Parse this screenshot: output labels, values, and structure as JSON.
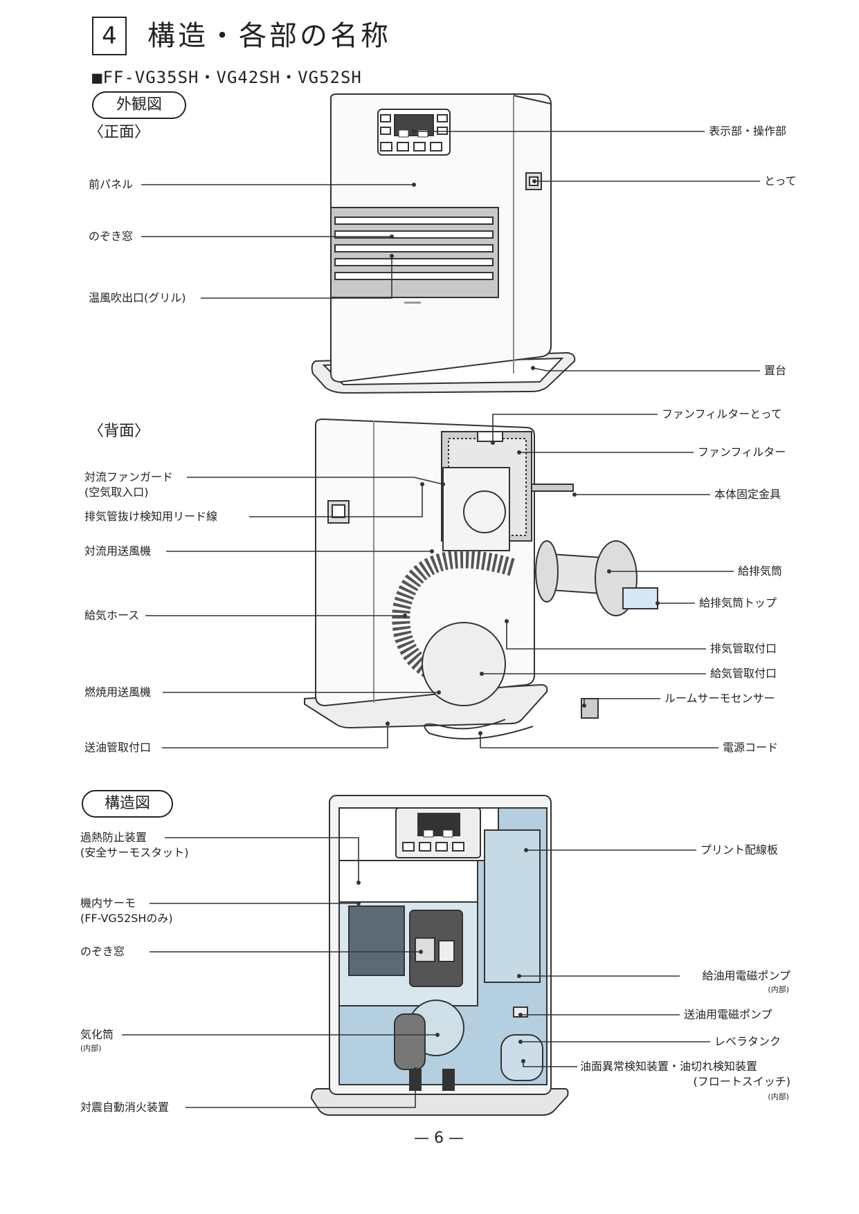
{
  "header": {
    "section_number": "4",
    "title": "構造・各部の名称",
    "models": "■FF-VG35SH・VG42SH・VG52SH"
  },
  "exterior": {
    "pill": "外観図",
    "front_title": "〈正面〉",
    "back_title": "〈背面〉",
    "front_left": {
      "front_panel": "前パネル",
      "window": "のぞき窓",
      "grille": "温風吹出口(グリル)"
    },
    "front_right": {
      "display": "表示部・操作部",
      "handle": "とって",
      "base": "置台"
    },
    "back_left": {
      "fan_guard_1": "対流ファンガード",
      "fan_guard_2": "(空気取入口)",
      "lead_wire": "排気管抜け検知用リード線",
      "conv_fan": "対流用送風機",
      "hose": "給気ホース",
      "comb_fan": "燃焼用送風機",
      "oil_port": "送油管取付口"
    },
    "back_right": {
      "filter_handle": "ファンフィルターとって",
      "filter": "ファンフィルター",
      "bracket": "本体固定金具",
      "duct": "給排気筒",
      "duct_top": "給排気筒トップ",
      "exhaust_port": "排気管取付口",
      "intake_port": "給気管取付口",
      "sensor": "ルームサーモセンサー",
      "cord": "電源コード"
    },
    "panel_buttons": [
      "−",
      "+"
    ]
  },
  "structure": {
    "pill": "構造図",
    "left": {
      "overheat_1": "過熱防止装置",
      "overheat_2": "(安全サーモスタット)",
      "thermo_1": "機内サーモ",
      "thermo_2": "(FF-VG52SHのみ)",
      "window": "のぞき窓",
      "vaporizer": "気化筒",
      "vaporizer_note": "(内部)",
      "quake": "対震自動消火装置"
    },
    "right": {
      "pcb": "プリント配線板",
      "pump_supply": "給油用電磁ポンプ",
      "pump_supply_note": "(内部)",
      "pump_send": "送油用電磁ポンプ",
      "leveler": "レベラタンク",
      "float_1": "油面異常検知装置・油切れ検知装置",
      "float_2": "(フロートスイッチ)",
      "float_note": "(内部)"
    },
    "panel_buttons": [
      "−",
      "+"
    ]
  },
  "footer": {
    "page": "— 6 —"
  }
}
